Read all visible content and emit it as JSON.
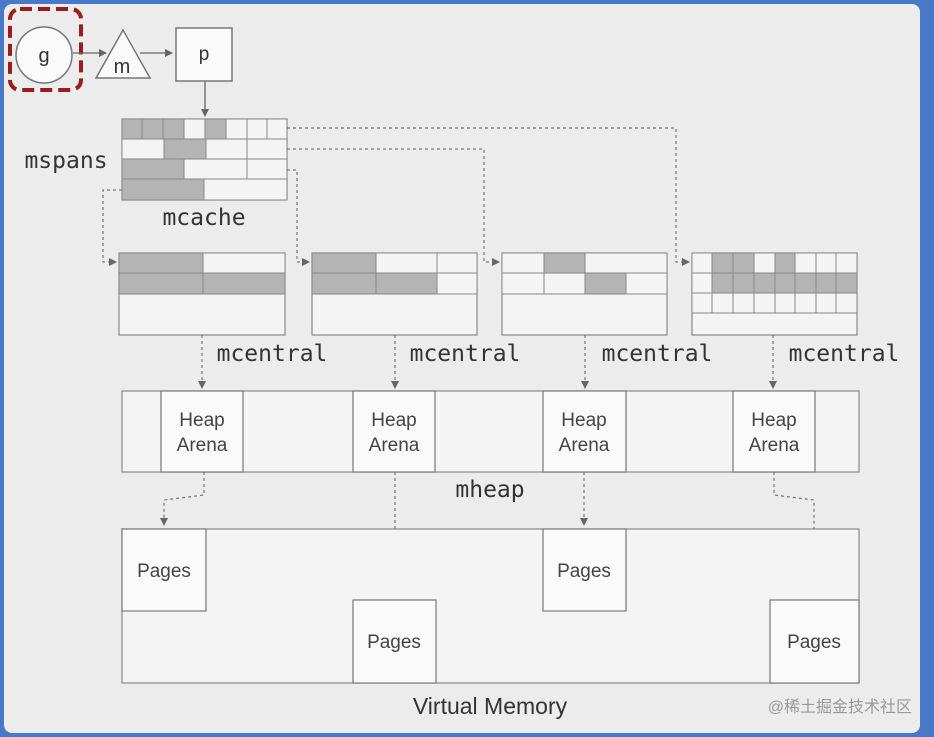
{
  "nodes": {
    "g": "g",
    "m": "m",
    "p": "p"
  },
  "labels": {
    "mspans": "mspans",
    "mcache": "mcache",
    "mcentral": [
      "mcentral",
      "mcentral",
      "mcentral",
      "mcentral"
    ],
    "heap_arena": {
      "line1": "Heap",
      "line2": "Arena"
    },
    "mheap": "mheap",
    "pages": "Pages",
    "virtual_memory": "Virtual Memory"
  },
  "watermark": "@稀土掘金技术社区",
  "colors": {
    "frame": "#4a78c8",
    "panel": "#ececec",
    "highlight": "#9b1c1c",
    "span_filled": "#b4b4b4",
    "span_empty": "#f4f4f4",
    "line": "#666666"
  }
}
